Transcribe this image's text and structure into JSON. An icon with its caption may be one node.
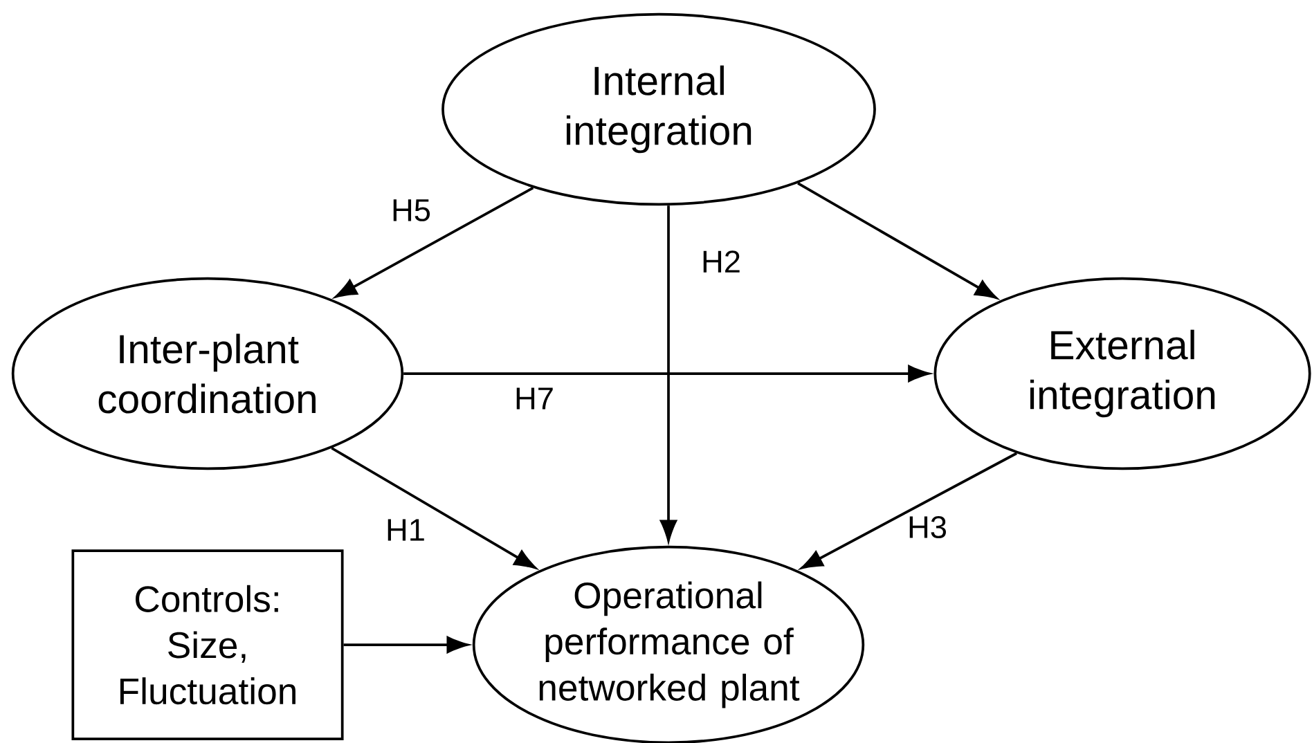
{
  "diagram": {
    "nodes": [
      {
        "text": [
          "Internal integration"
        ]
      },
      {
        "text": [
          "Inter-plant coordination"
        ]
      },
      {
        "text": [
          "External integration"
        ]
      },
      {
        "text": [
          "Controls: Size, Fluctuation"
        ]
      },
      {
        "text": [
          "Operational performance of networked plant"
        ]
      }
    ],
    "edges": [
      {
        "from": 0,
        "to": 1,
        "arrow": "to",
        "label": "H5"
      },
      {
        "from": 0,
        "to": 4,
        "arrow": "to",
        "label": "H2"
      },
      {
        "from": 0,
        "to": 2,
        "arrow": "to"
      },
      {
        "from": 1,
        "to": 2,
        "arrow": "to",
        "label": "H7"
      },
      {
        "from": 1,
        "to": 4,
        "arrow": "to",
        "label": "H1"
      },
      {
        "from": 2,
        "to": 4,
        "arrow": "to",
        "label": "H3"
      },
      {
        "from": 3,
        "to": 4,
        "arrow": "to"
      }
    ]
  }
}
